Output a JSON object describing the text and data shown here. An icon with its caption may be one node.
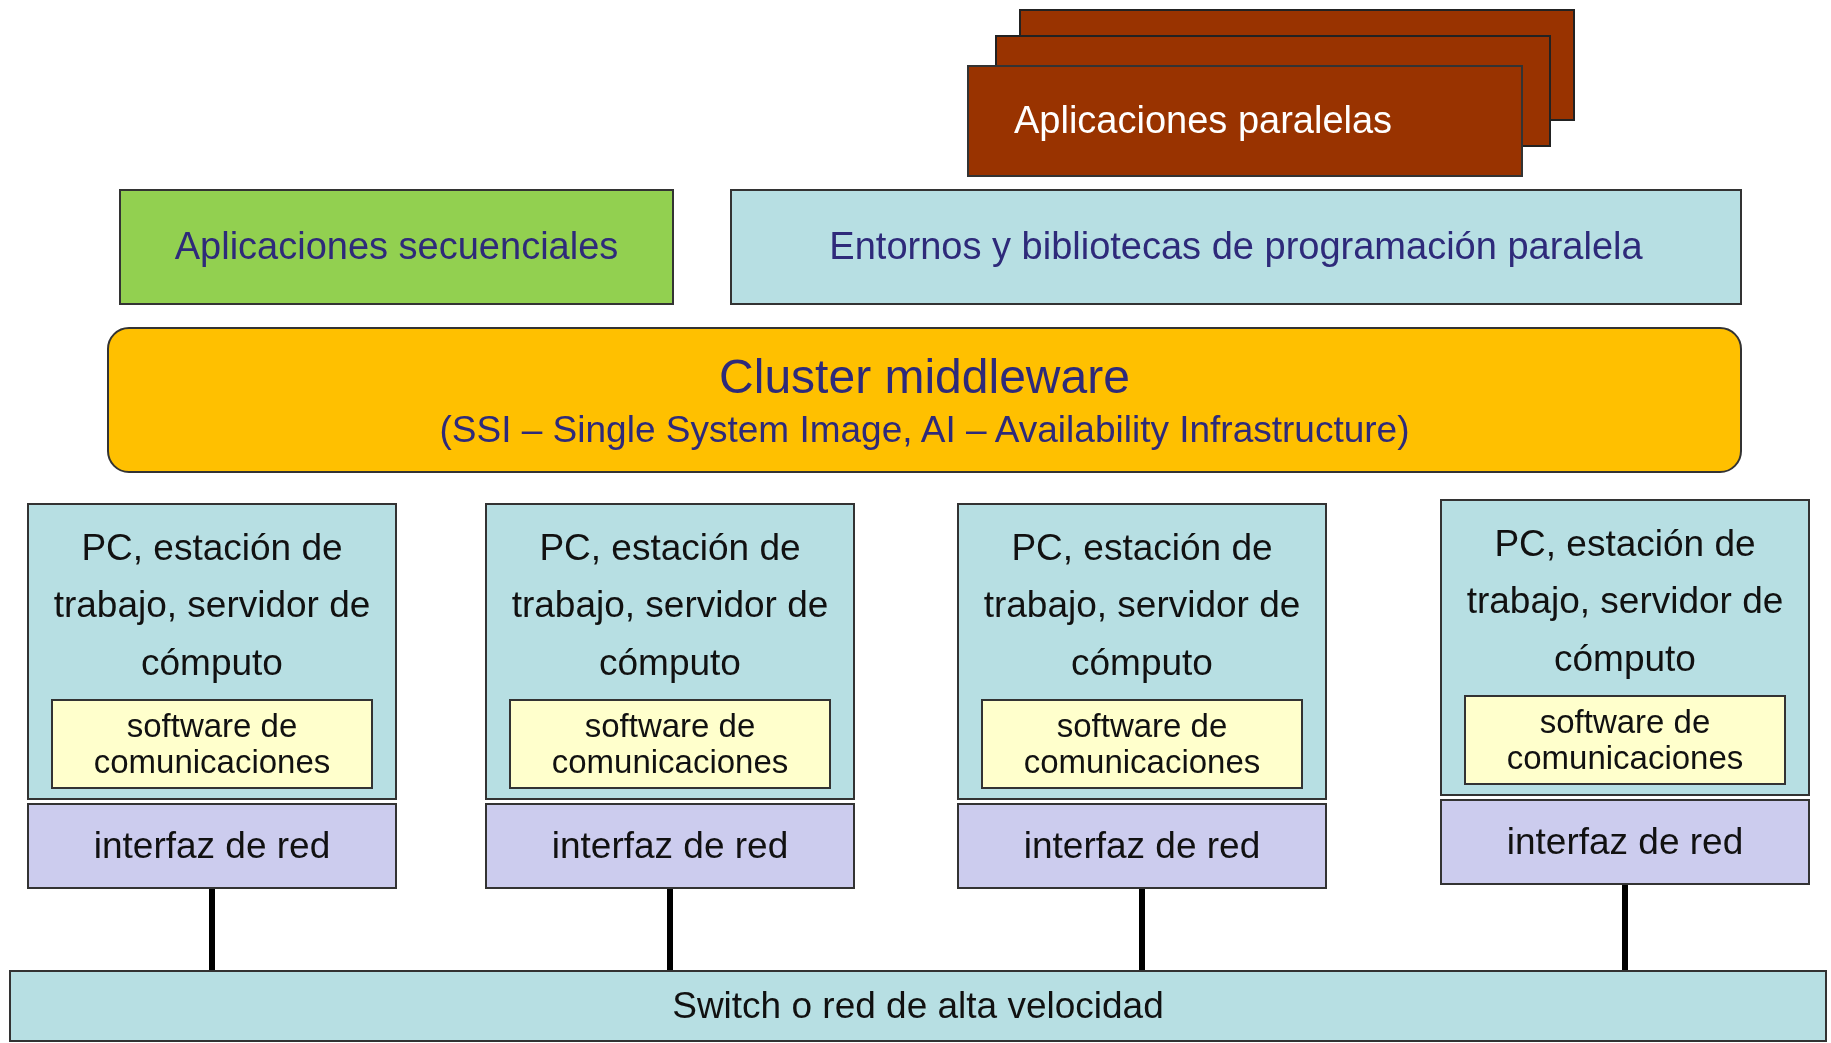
{
  "diagram": {
    "nodes": [
      {
        "text": [
          "Aplicaciones paralelas"
        ]
      },
      {
        "text": [
          "Aplicaciones secuenciales"
        ]
      },
      {
        "text": [
          "Entornos y bibliotecas de programación paralela"
        ]
      },
      {
        "text": [
          "Cluster middleware",
          "(SSI – Single System Image, AI – Availability Infrastructure)"
        ]
      },
      {
        "text": [
          "PC, estación de trabajo, servidor de cómputo"
        ]
      },
      {
        "text": [
          "software de comunicaciones"
        ],
        "in": 4
      },
      {
        "text": [
          "interfaz de red"
        ]
      },
      {
        "text": [
          "PC, estación de trabajo, servidor de cómputo"
        ]
      },
      {
        "text": [
          "software de comunicaciones"
        ],
        "in": 7
      },
      {
        "text": [
          "interfaz de red"
        ]
      },
      {
        "text": [
          "PC, estación de trabajo, servidor de cómputo"
        ]
      },
      {
        "text": [
          "software de comunicaciones"
        ],
        "in": 10
      },
      {
        "text": [
          "interfaz de red"
        ]
      },
      {
        "text": [
          "PC, estación de trabajo, servidor de cómputo"
        ]
      },
      {
        "text": [
          "software de comunicaciones"
        ],
        "in": 13
      },
      {
        "text": [
          "interfaz de red"
        ]
      },
      {
        "text": [
          "Switch o red de alta velocidad"
        ]
      }
    ],
    "edges": [
      {
        "from": 6,
        "to": 16,
        "arrow": "none"
      },
      {
        "from": 9,
        "to": 16,
        "arrow": "none"
      },
      {
        "from": 12,
        "to": 16,
        "arrow": "none"
      },
      {
        "from": 15,
        "to": 16,
        "arrow": "none"
      }
    ]
  }
}
